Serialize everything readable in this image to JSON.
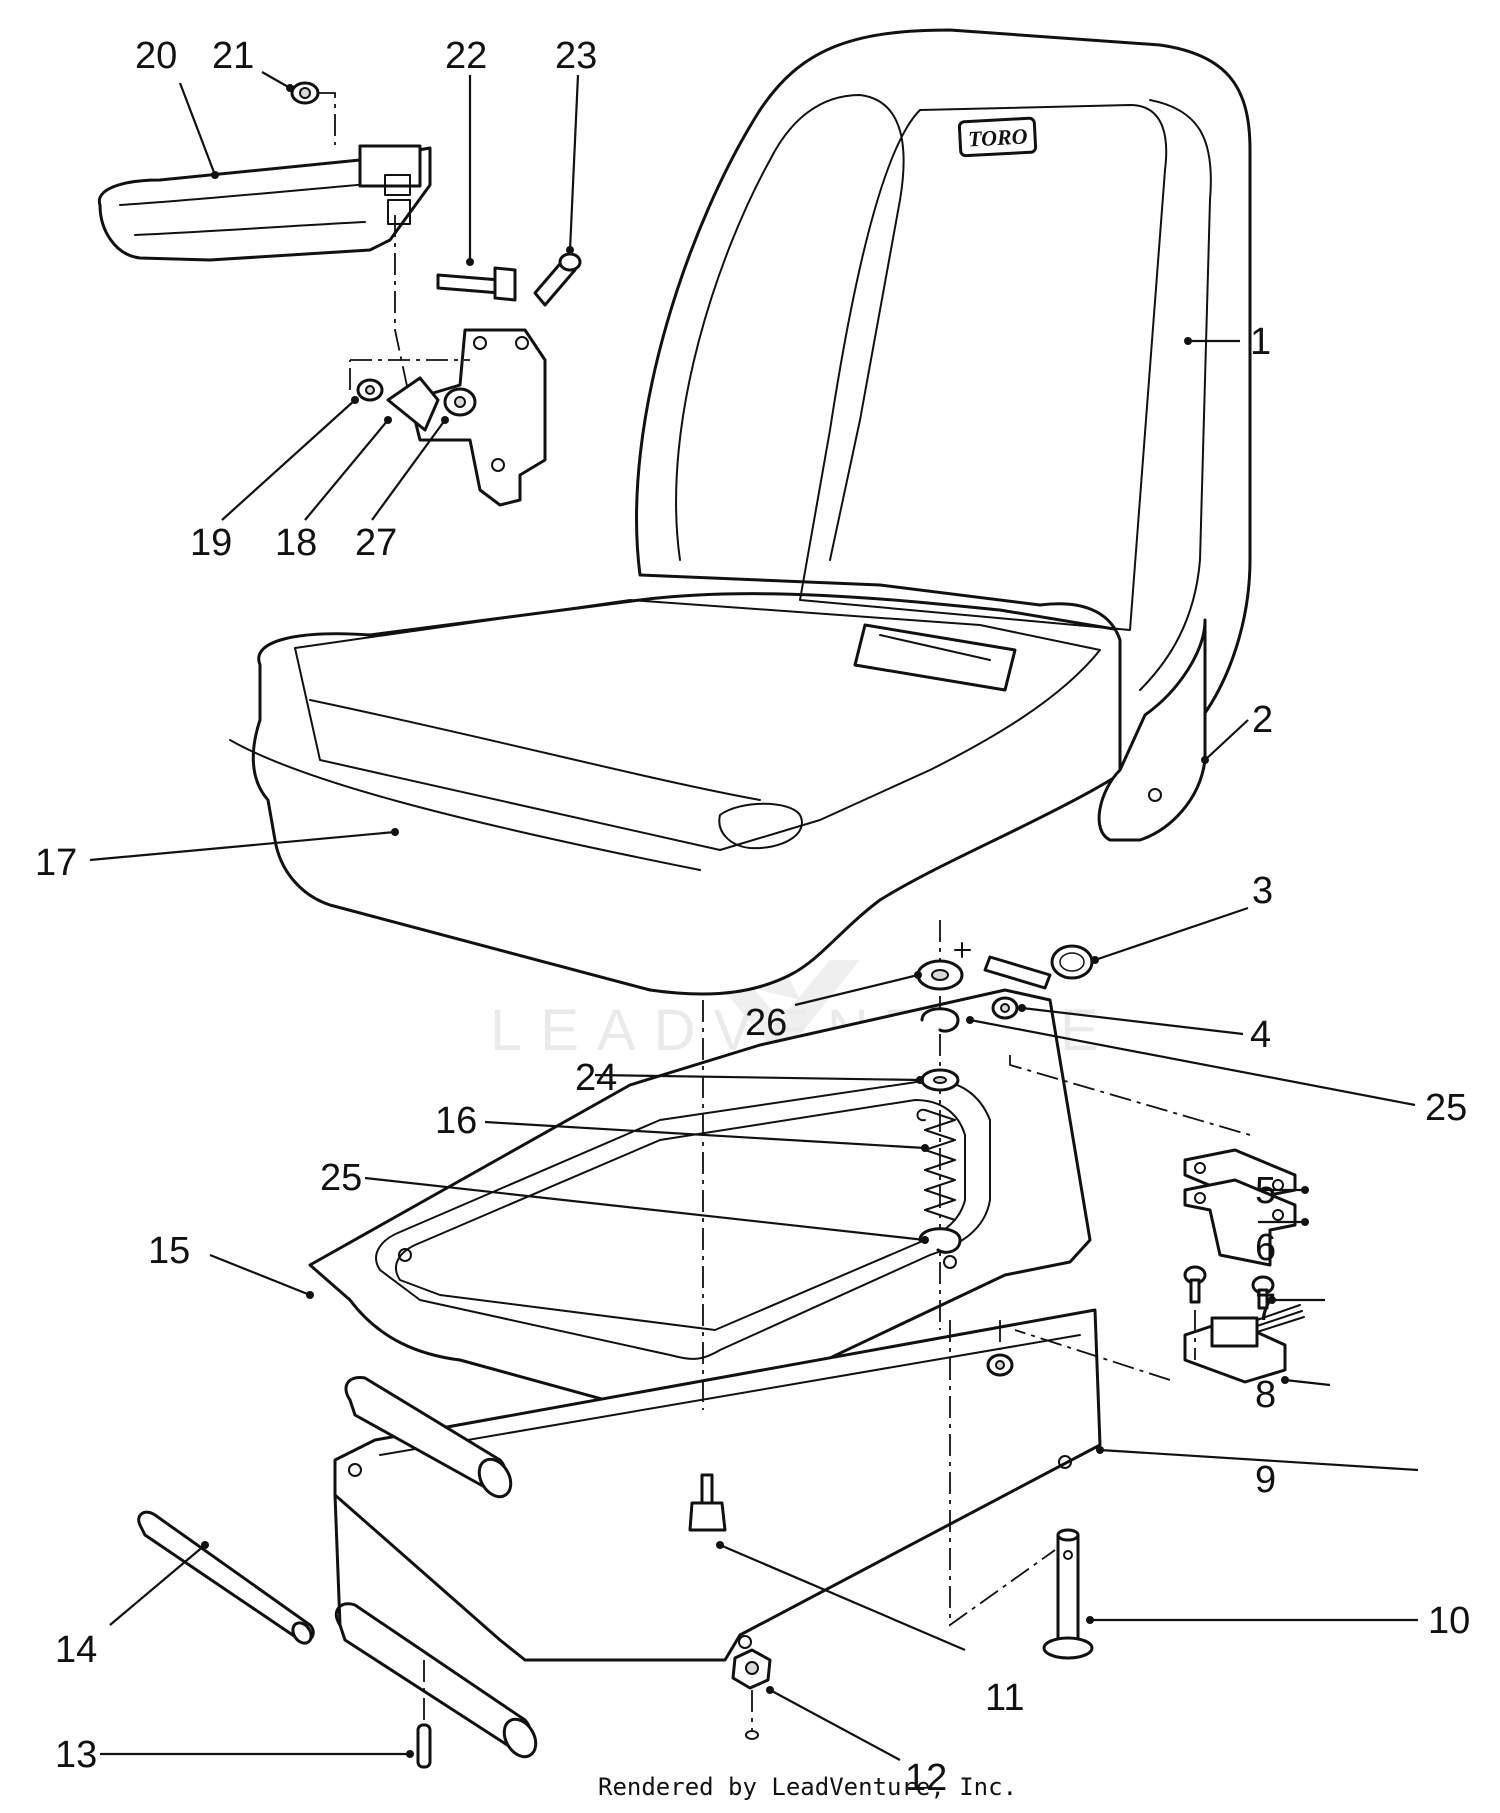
{
  "brand_logo": "TORO",
  "watermark": "LEADVENTURE",
  "credit": "Rendered by LeadVenture, Inc.",
  "callouts": [
    {
      "id": "1",
      "label": "1"
    },
    {
      "id": "2",
      "label": "2"
    },
    {
      "id": "3",
      "label": "3"
    },
    {
      "id": "4",
      "label": "4"
    },
    {
      "id": "5",
      "label": "5"
    },
    {
      "id": "6",
      "label": "6"
    },
    {
      "id": "7",
      "label": "7"
    },
    {
      "id": "8",
      "label": "8"
    },
    {
      "id": "9",
      "label": "9"
    },
    {
      "id": "10",
      "label": "10"
    },
    {
      "id": "11",
      "label": "11"
    },
    {
      "id": "12",
      "label": "12"
    },
    {
      "id": "13",
      "label": "13"
    },
    {
      "id": "14",
      "label": "14"
    },
    {
      "id": "15",
      "label": "15"
    },
    {
      "id": "16",
      "label": "16"
    },
    {
      "id": "17",
      "label": "17"
    },
    {
      "id": "18",
      "label": "18"
    },
    {
      "id": "19",
      "label": "19"
    },
    {
      "id": "20",
      "label": "20"
    },
    {
      "id": "21",
      "label": "21"
    },
    {
      "id": "22",
      "label": "22"
    },
    {
      "id": "23",
      "label": "23"
    },
    {
      "id": "24",
      "label": "24"
    },
    {
      "id": "25a",
      "label": "25"
    },
    {
      "id": "25b",
      "label": "25"
    },
    {
      "id": "26",
      "label": "26"
    },
    {
      "id": "27",
      "label": "27"
    }
  ]
}
